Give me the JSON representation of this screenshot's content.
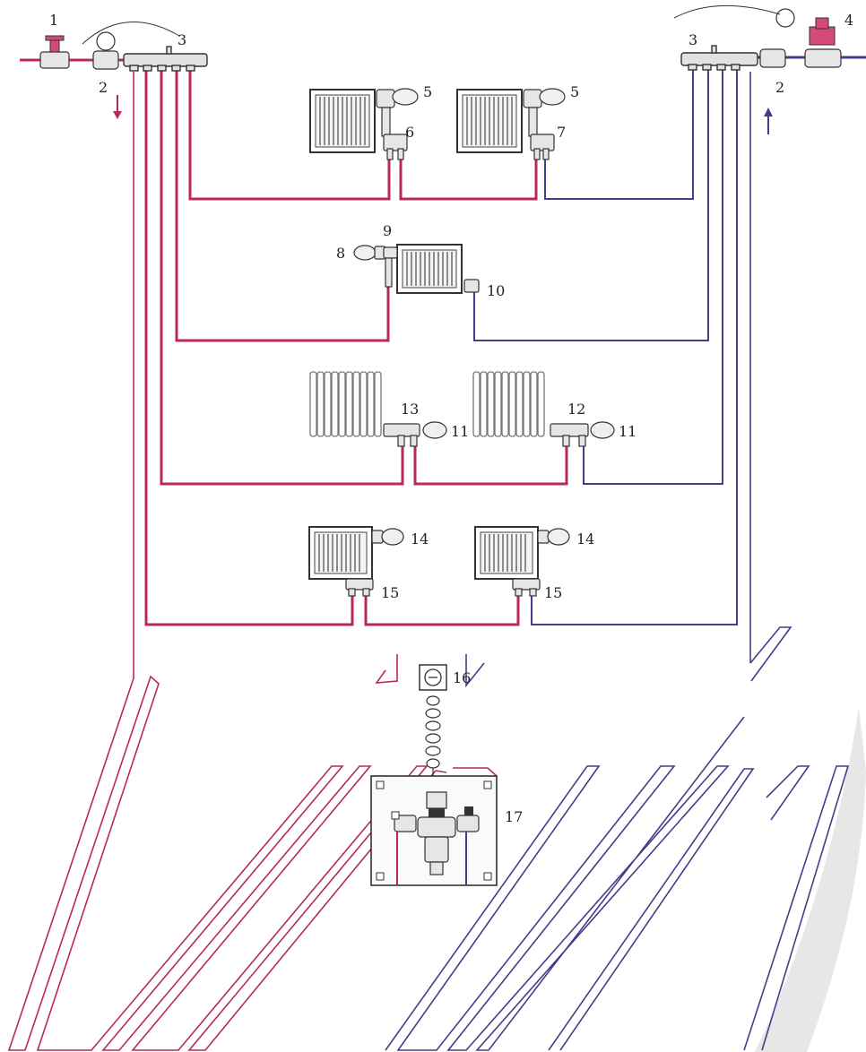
{
  "colors": {
    "supply": "#b8285a",
    "return": "#4a3a8a",
    "background": "#ffffff",
    "watermark": "#e7e7e7"
  },
  "labels": {
    "n1": "1",
    "n2_left": "2",
    "n2_right": "2",
    "n3_left": "3",
    "n3_right": "3",
    "n4": "4",
    "n5_left": "5",
    "n5_right": "5",
    "n6": "6",
    "n7": "7",
    "n8": "8",
    "n9": "9",
    "n10": "10",
    "n11_left": "11",
    "n11_right": "11",
    "n12": "12",
    "n13": "13",
    "n14_left": "14",
    "n14_right": "14",
    "n15_left": "15",
    "n15_right": "15",
    "n16": "16",
    "n17": "17"
  },
  "icons": {
    "flow_down": "arrow-down-icon",
    "flow_up": "arrow-up-icon",
    "thermostat": "room-thermostat-icon",
    "mixing_unit": "mixing-valve-icon"
  }
}
